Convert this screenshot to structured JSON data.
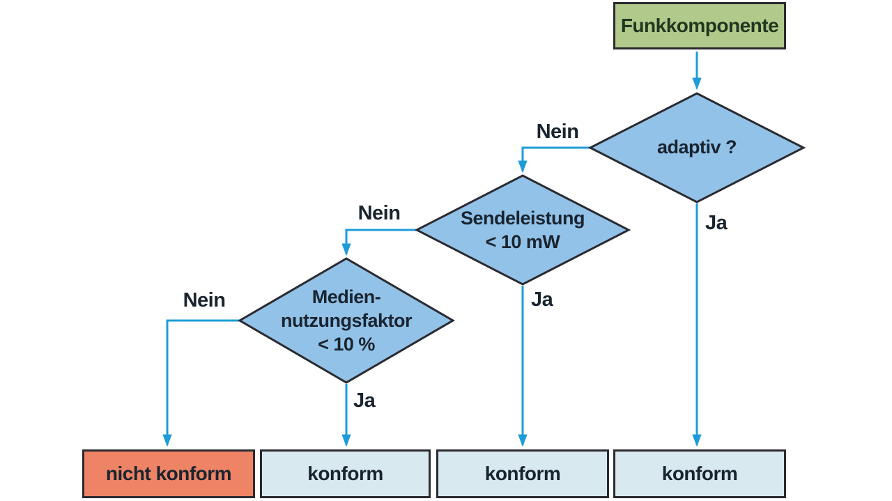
{
  "colors": {
    "bg": "#ffffff",
    "border": "#2a2a30",
    "text": "#19242f",
    "start_text": "#213621",
    "edge": "#1e9cd7",
    "start_fill": "#b1ca8b",
    "decision_fill": "#92c2e8",
    "outcome_fill": "#d8eaf0",
    "fail_fill": "#ee8465"
  },
  "start": {
    "label": "Funkkomponente"
  },
  "decisions": [
    {
      "id": "adaptiv",
      "lines": [
        "adaptiv ?"
      ]
    },
    {
      "id": "sendeleistung",
      "lines": [
        "Sendeleistung",
        "< 10 mW"
      ]
    },
    {
      "id": "mediennutzungsfaktor",
      "lines": [
        "Medien-",
        "nutzungsfaktor",
        "< 10 %"
      ]
    }
  ],
  "edges": [
    {
      "from": "adaptiv",
      "answer": "Nein",
      "to": "sendeleistung"
    },
    {
      "from": "adaptiv",
      "answer": "Ja",
      "to": "konform-4"
    },
    {
      "from": "sendeleistung",
      "answer": "Nein",
      "to": "mediennutzungsfaktor"
    },
    {
      "from": "sendeleistung",
      "answer": "Ja",
      "to": "konform-3"
    },
    {
      "from": "mediennutzungsfaktor",
      "answer": "Nein",
      "to": "nicht-konform"
    },
    {
      "from": "mediennutzungsfaktor",
      "answer": "Ja",
      "to": "konform-2"
    }
  ],
  "outcomes": [
    {
      "label": "nicht konform",
      "status": "fail"
    },
    {
      "label": "konform",
      "status": "pass"
    },
    {
      "label": "konform",
      "status": "pass"
    },
    {
      "label": "konform",
      "status": "pass"
    }
  ]
}
